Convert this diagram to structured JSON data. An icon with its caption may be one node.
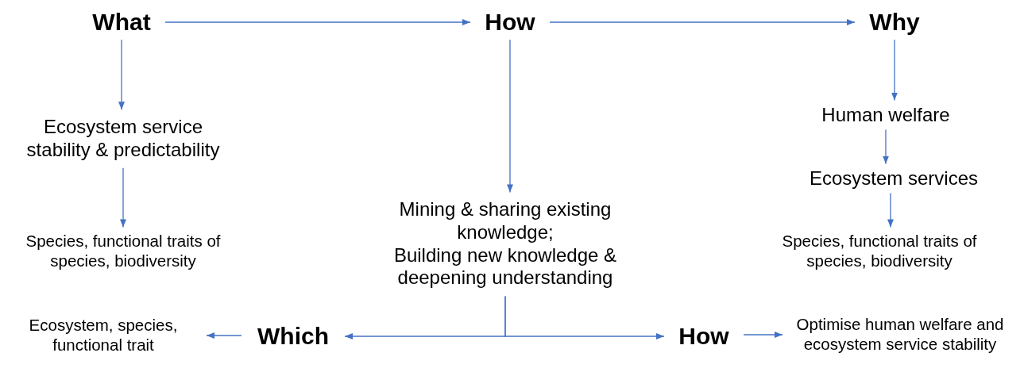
{
  "diagram": {
    "nodes": [
      {
        "text": [
          "What"
        ]
      },
      {
        "text": [
          "How"
        ]
      },
      {
        "text": [
          "Why"
        ]
      },
      {
        "text": [
          "Ecosystem service stability & predictability"
        ]
      },
      {
        "text": [
          "Human welfare"
        ]
      },
      {
        "text": [
          "Ecosystem services"
        ]
      },
      {
        "text": [
          "Mining & sharing existing knowledge;",
          "Building new knowledge & deepening understanding"
        ]
      },
      {
        "text": [
          "Species, functional traits of species, biodiversity"
        ]
      },
      {
        "text": [
          "Species, functional traits of species, biodiversity"
        ]
      },
      {
        "text": [
          "Ecosystem, species, functional trait"
        ]
      },
      {
        "text": [
          "Which"
        ]
      },
      {
        "text": [
          "How"
        ]
      },
      {
        "text": [
          "Optimise human welfare and ecosystem service stability"
        ]
      }
    ],
    "edges": [
      {
        "from": 0,
        "to": 1,
        "arrow": "to"
      },
      {
        "from": 1,
        "to": 2,
        "arrow": "to"
      },
      {
        "from": 0,
        "to": 3,
        "arrow": "to"
      },
      {
        "from": 1,
        "to": 6,
        "arrow": "to"
      },
      {
        "from": 2,
        "to": 4,
        "arrow": "to"
      },
      {
        "from": 4,
        "to": 5,
        "arrow": "to"
      },
      {
        "from": 3,
        "to": 7,
        "arrow": "to"
      },
      {
        "from": 5,
        "to": 8,
        "arrow": "to"
      },
      {
        "from": 6,
        "to": 10,
        "arrow": "to"
      },
      {
        "from": 6,
        "to": 11,
        "arrow": "to"
      },
      {
        "from": 10,
        "to": 9,
        "arrow": "to"
      },
      {
        "from": 11,
        "to": 12,
        "arrow": "to"
      }
    ]
  }
}
